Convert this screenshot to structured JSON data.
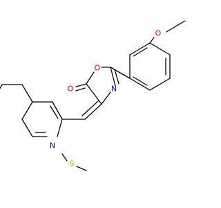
{
  "molecule": {
    "atoms": [
      {
        "id": "O_methoxy",
        "label": "O",
        "color": "#ff0000"
      },
      {
        "id": "O_ring",
        "label": "O",
        "color": "#ff0000"
      },
      {
        "id": "N_oxazole",
        "label": "N",
        "color": "#0000ff"
      },
      {
        "id": "O_carbonyl",
        "label": "O",
        "color": "#ff0000"
      },
      {
        "id": "N_quinoline",
        "label": "N",
        "color": "#0000ff"
      },
      {
        "id": "S_thioether",
        "label": "S",
        "color": "#ccaa00"
      }
    ],
    "bond_color": "#000000"
  }
}
